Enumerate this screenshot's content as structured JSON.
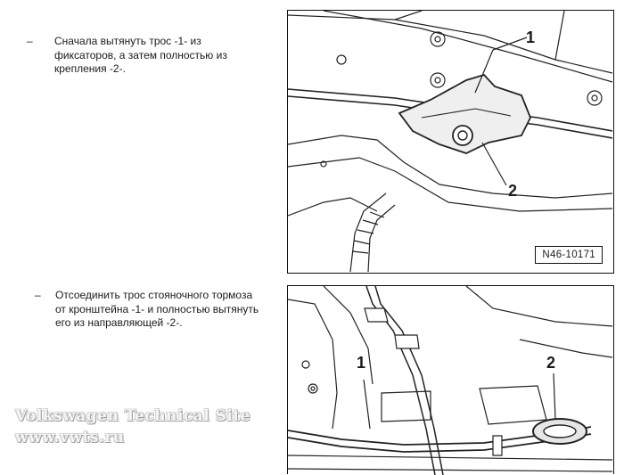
{
  "steps": [
    {
      "dash": "–",
      "text": "Сначала вытянуть трос -1- из\nфиксаторов, а затем полностью из\nкрепления -2-."
    },
    {
      "dash": "–",
      "text": "Отсоединить трос стояночного тормоза\nот кронштейна -1- и полностью вытянуть\nего из направляющей -2-."
    }
  ],
  "figure1": {
    "callout_1": "1",
    "callout_2": "2",
    "code": "N46-10171"
  },
  "figure2": {
    "callout_1": "1",
    "callout_2": "2"
  },
  "watermark": {
    "line1": "Volkswagen Technical Site",
    "line2": "www.vwts.ru"
  }
}
